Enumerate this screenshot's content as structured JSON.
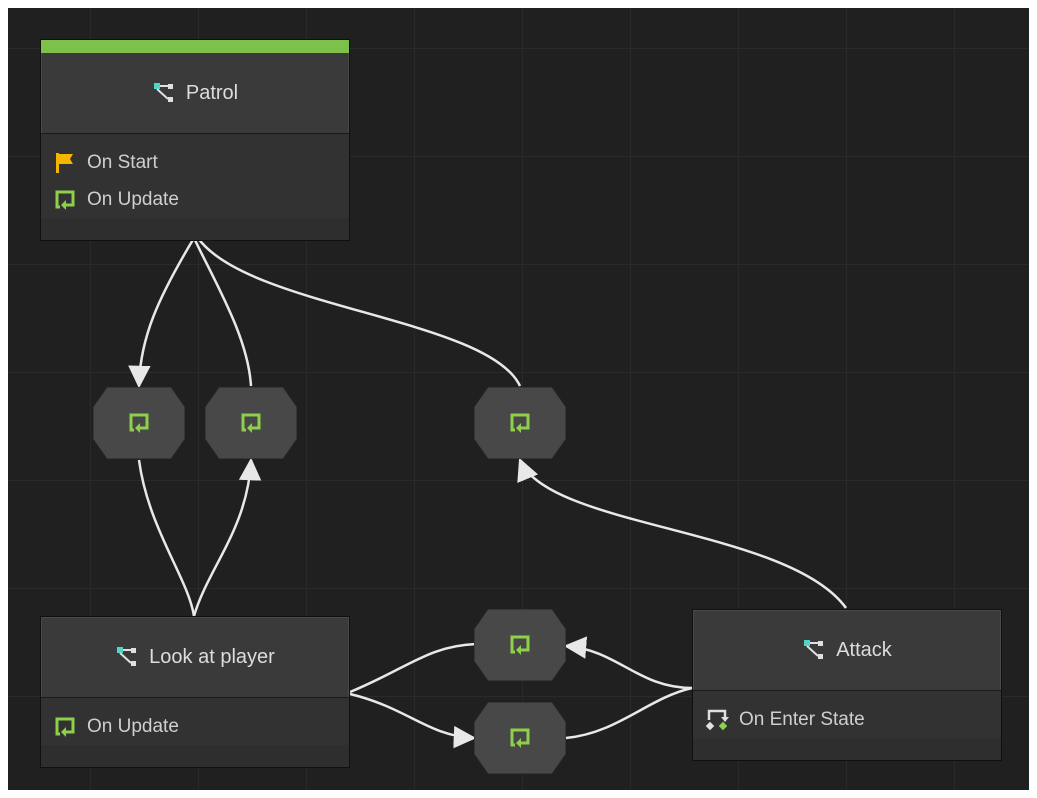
{
  "graph": {
    "colors": {
      "background": "#202020",
      "node": "#3a3a3a",
      "accent_active": "#7cc14a",
      "wire": "#e8e8e8",
      "flag": "#f4b400",
      "loop": "#8ed04a",
      "state_icon": "#4fd6c8"
    },
    "nodes": {
      "patrol": {
        "title": "Patrol",
        "icon": "state-graph-icon",
        "active": true,
        "events": [
          {
            "label": "On Start",
            "icon": "flag-icon"
          },
          {
            "label": "On Update",
            "icon": "loop-icon"
          }
        ]
      },
      "look_at_player": {
        "title": "Look at player",
        "icon": "state-graph-icon",
        "events": [
          {
            "label": "On Update",
            "icon": "loop-icon"
          }
        ]
      },
      "attack": {
        "title": "Attack",
        "icon": "state-graph-icon",
        "events": [
          {
            "label": "On Enter State",
            "icon": "enter-state-icon"
          }
        ]
      }
    },
    "transitions": [
      {
        "from": "patrol",
        "to": "look_at_player",
        "icon": "loop-icon"
      },
      {
        "from": "look_at_player",
        "to": "patrol",
        "icon": "loop-icon"
      },
      {
        "from": "attack",
        "to": "patrol",
        "icon": "loop-icon"
      },
      {
        "from": "attack",
        "to": "look_at_player",
        "icon": "loop-icon"
      },
      {
        "from": "look_at_player",
        "to": "attack",
        "icon": "loop-icon"
      }
    ]
  }
}
